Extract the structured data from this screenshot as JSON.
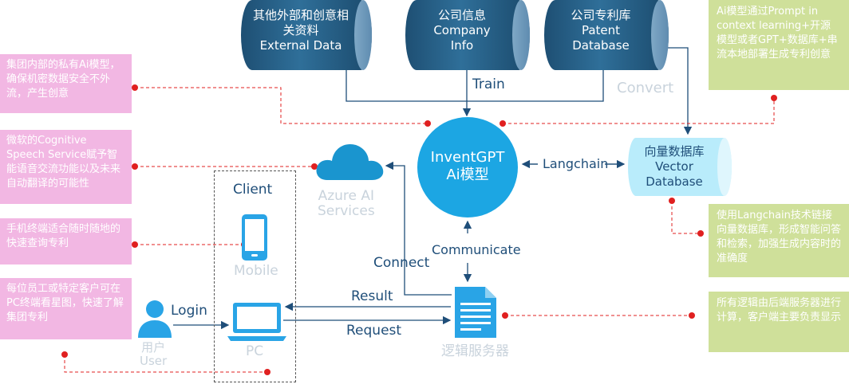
{
  "databases": {
    "external": {
      "line1": "其他外部和创意相",
      "line2": "关资料",
      "line3": "External Data"
    },
    "company": {
      "line1": "公司信息",
      "line2": "Company",
      "line3": "Info"
    },
    "patent": {
      "line1": "公司专利库",
      "line2": "Patent",
      "line3": "Database"
    }
  },
  "center": {
    "line1": "InventGPT",
    "line2": "Ai模型"
  },
  "vector_db": {
    "line1": "向量数据库",
    "line2": "Vector",
    "line3": "Database"
  },
  "labels": {
    "train": "Train",
    "convert": "Convert",
    "langchain": "Langchain",
    "communicate": "Communicate",
    "connect": "Connect",
    "result": "Result",
    "request": "Request",
    "login": "Login",
    "client": "Client"
  },
  "icons": {
    "azure": {
      "line1": "Azure AI",
      "line2": "Services"
    },
    "mobile": "Mobile",
    "pc": "PC",
    "user": {
      "line1": "用户",
      "line2": "User"
    },
    "server": "逻辑服务器"
  },
  "notes_left": [
    "集团内部的私有Ai模型，确保机密数据安全不外流，产生创意",
    "微软的Cognitive Speech Service赋予智能语音交流功能以及未来自动翻译的可能性",
    "手机终端适合随时随地的快速查询专利",
    "每位员工或特定客户可在PC终端看星图，快速了解集团专利"
  ],
  "notes_right": [
    "Ai模型通过Prompt in context learning+开源模型或者GPT+数据库+串流本地部署生成专利创意",
    "使用Langchain技术链接向量数据库，形成智能问答和检索，加强生成内容时的准确度",
    "所有逻辑由后端服务器进行计算，客户端主要负责显示"
  ],
  "colors": {
    "navy": "#1f4e79",
    "accent": "#1ca6e3",
    "pink": "#f2b7e3",
    "green": "#cfe09a",
    "red": "#e02020",
    "ghost": "#c9d3dc"
  }
}
